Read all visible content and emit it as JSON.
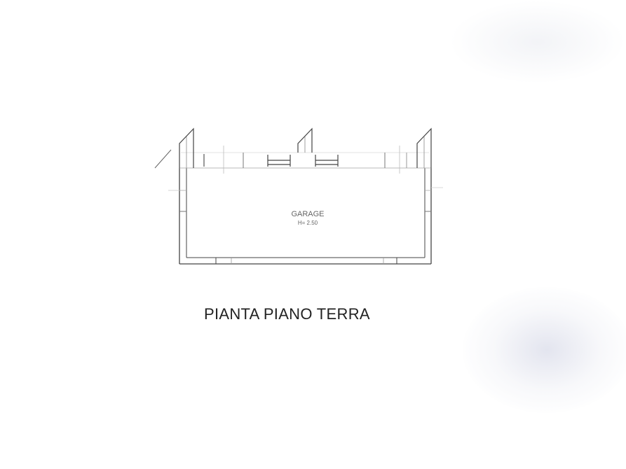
{
  "floor_plan": {
    "title": "PIANTA PIANO TERRA",
    "room": {
      "name": "GARAGE",
      "height_label": "H= 2.50"
    }
  }
}
